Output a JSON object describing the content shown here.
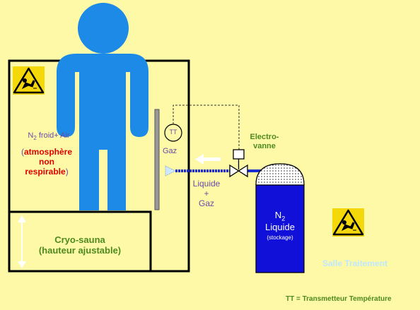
{
  "colors": {
    "background": "#FDF9A6",
    "person": "#1C8AE6",
    "tank": "#1010D8",
    "pipe": "#1A2BD0",
    "warning": "#F4D80A",
    "green_text": "#4E8A1E",
    "purple_text": "#6A4AA6",
    "red_text": "#E00000",
    "light_blue_text": "#BFE8FF"
  },
  "icons": [
    "warning-triangle-icon",
    "person-silhouette-icon",
    "valve-icon",
    "arrow-icon"
  ],
  "labels": {
    "n2_air_pre": "N",
    "n2_air_sub": "2",
    "n2_air_post": " froid+  Air",
    "atmosphere_open": "(",
    "atmosphere_word1": "atmosphère",
    "atmosphere_word2": "non",
    "atmosphere_word3": "respirable",
    "atmosphere_close": ")",
    "tt_circle": "TT",
    "gaz_sensor": "Gaz",
    "electrovanne_line1": "Electro-",
    "electrovanne_line2": "vanne",
    "liquide_gaz_line1": "Liquide",
    "liquide_gaz_line2": "+",
    "liquide_gaz_line3": "Gaz",
    "cryo_line1": "Cryo-sauna",
    "cryo_line2": "(hauteur ajustable)",
    "tank_n": "N",
    "tank_sub": "2",
    "tank_liquide": "Liquide",
    "tank_stockage": "(stockage)",
    "salle": "Salle Traitement",
    "legend": "TT = Transmetteur Température"
  }
}
